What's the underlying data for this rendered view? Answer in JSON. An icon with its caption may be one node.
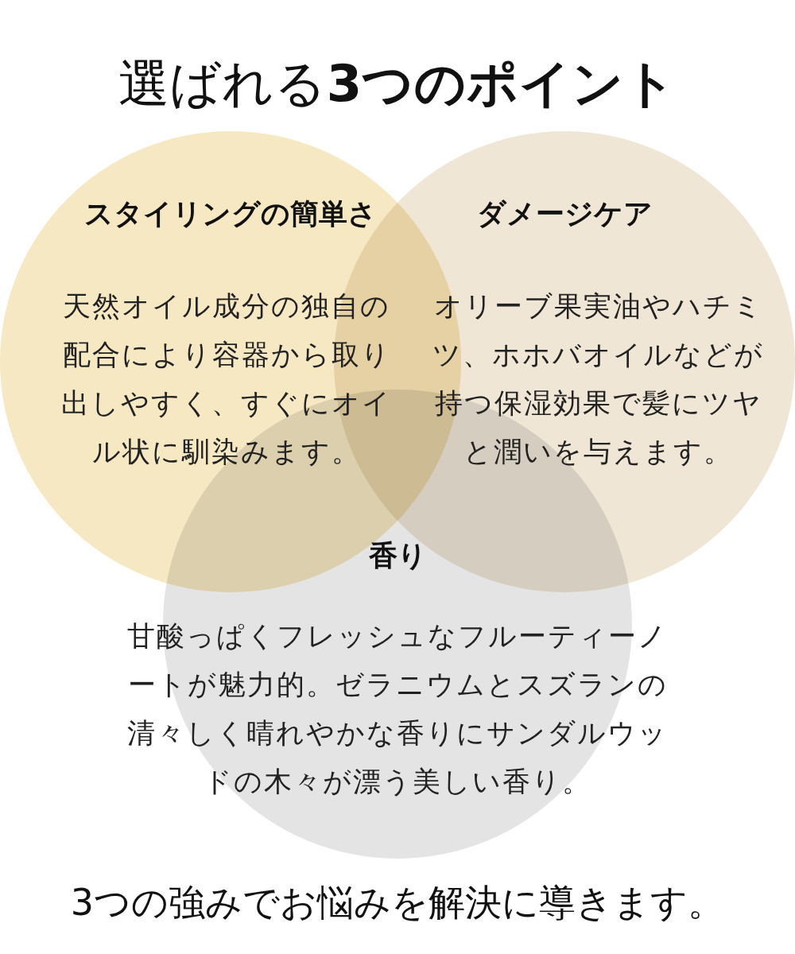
{
  "diagram": {
    "title": "選ばれる**3つのポイント**",
    "nodes": [
      {
        "text": [
          "スタイリングの簡単さ",
          "天然オイル成分の独自の配合により容器から取り出しやすく、すぐにオイル状に馴染みます。"
        ]
      },
      {
        "text": [
          "ダメージケア",
          "オリーブ果実油やハチミツ、ホホバオイルなどが持つ保湿効果で髪にツヤと潤いを与えます。"
        ]
      },
      {
        "text": [
          "香り",
          "甘酸っぱくフレッシュなフルーティーノートが魅力的。ゼラニウムとスズランの清々しく晴れやかな香りにサンダルウッドの木々が漂う美しい香り。"
        ]
      }
    ],
    "edges": [],
    "caption": "3つの強みでお悩みを解決に導きます。"
  }
}
